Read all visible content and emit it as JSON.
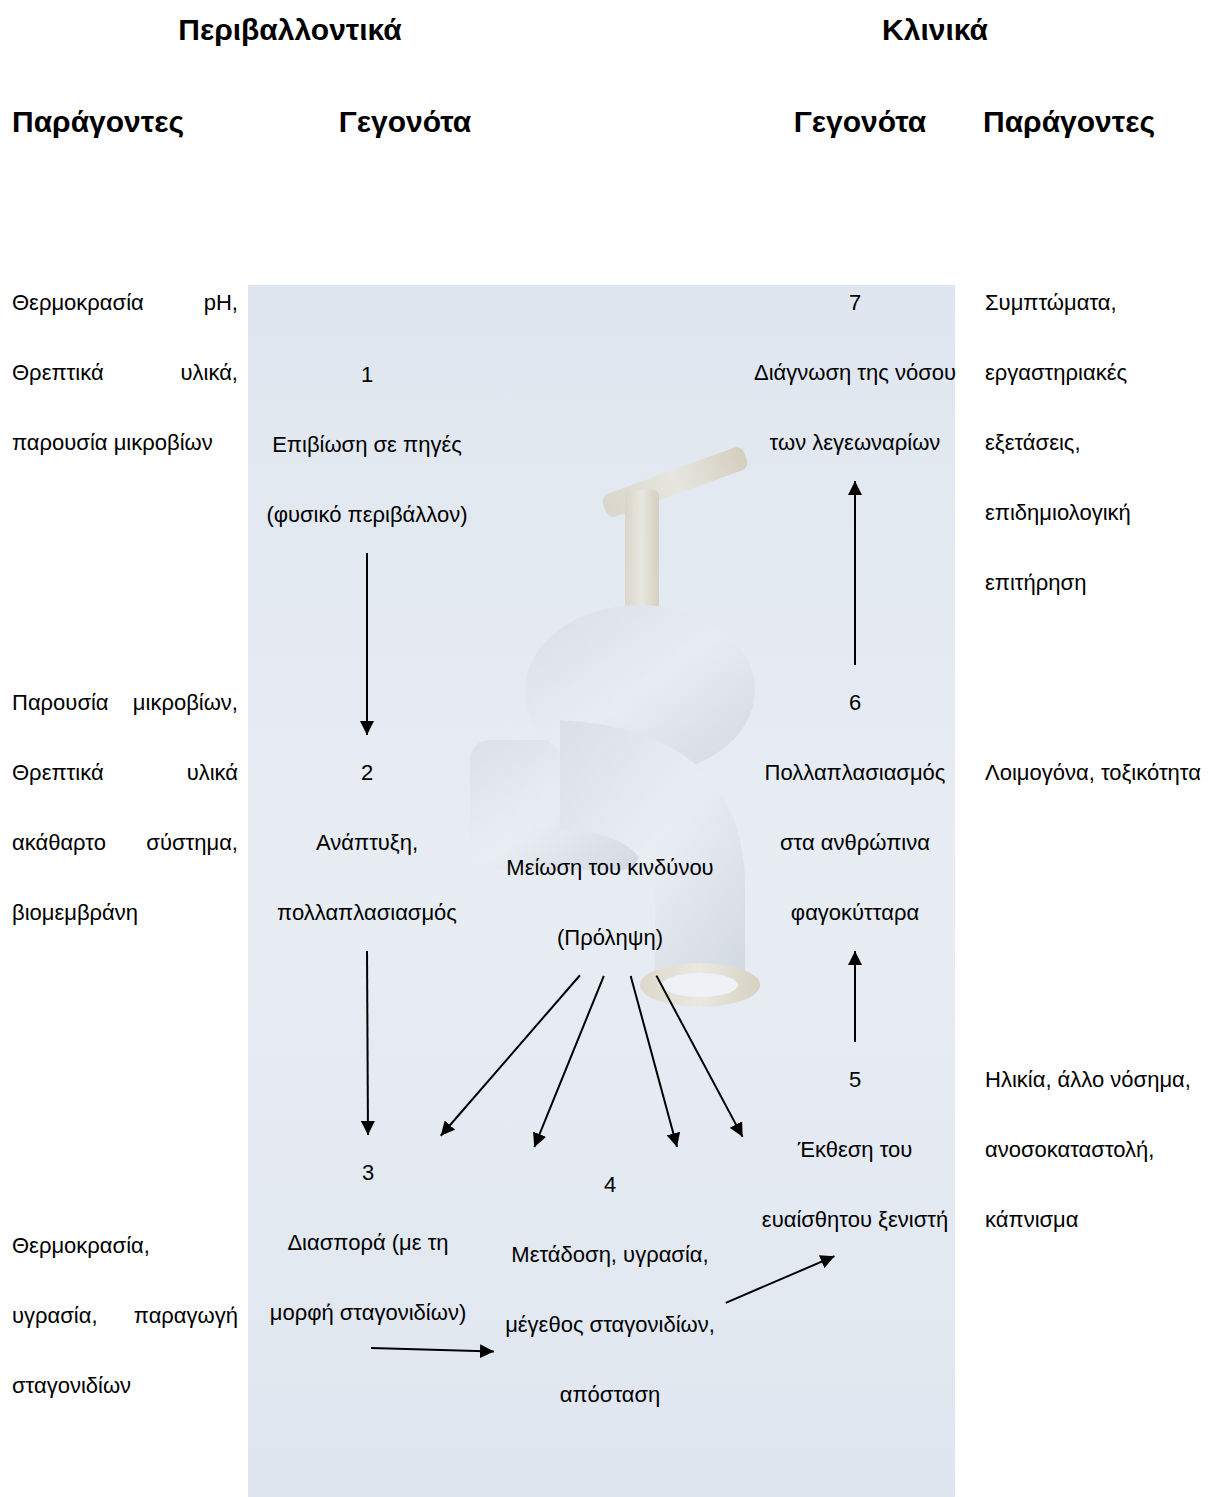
{
  "diagram": {
    "nodes": [
      {
        "text": [
          "1",
          "Επιβίωση σε πηγές (φυσικό περιβάλλον)"
        ]
      },
      {
        "text": [
          "2",
          "Ανάπτυξη, πολλαπλασιασμός"
        ]
      },
      {
        "text": [
          "3",
          "Διασπορά (με τη μορφή σταγονιδίων)"
        ]
      },
      {
        "text": [
          "4",
          "Μετάδοση, υγρασία, μέγεθος σταγονιδίων, απόσταση"
        ]
      },
      {
        "text": [
          "5",
          "Έκθεση του ευαίσθητου ξενιστή"
        ]
      },
      {
        "text": [
          "6",
          "Πολλαπλασιασμός στα ανθρώπινα φαγοκύτταρα"
        ]
      },
      {
        "text": [
          "7",
          "Διάγνωση της νόσου των λεγεωναρίων"
        ]
      },
      {
        "text": [
          "Μείωση του κινδύνου (Πρόληψη)"
        ]
      }
    ],
    "edges": [
      {
        "from": 0,
        "to": 1,
        "arrow": "to"
      },
      {
        "from": 1,
        "to": 2,
        "arrow": "to"
      },
      {
        "from": 2,
        "to": 3,
        "arrow": "to"
      },
      {
        "from": 3,
        "to": 4,
        "arrow": "to"
      },
      {
        "from": 4,
        "to": 5,
        "arrow": "to"
      },
      {
        "from": 5,
        "to": 6,
        "arrow": "to"
      },
      {
        "from": 7,
        "to": 2,
        "arrow": "to"
      },
      {
        "from": 7,
        "to": 3,
        "arrow": "to"
      },
      {
        "from": 7,
        "to": 3,
        "arrow": "to"
      },
      {
        "from": 7,
        "to": 4,
        "arrow": "to"
      }
    ],
    "labels": [
      "Περιβαλλοντικά",
      "Κλινικά",
      "Παράγοντες",
      "Γεγονότα",
      "Γεγονότα",
      "Παράγοντες",
      "Θερμοκρασία pH, Θρεπτικά υλικά, παρουσία μικροβίων",
      "Παρουσία μικροβίων, Θρεπτικά υλικά ακάθαρτο σύστημα, βιομεμβράνη",
      "Θερμοκρασία, υγρασία, παραγωγή σταγονιδίων",
      "Συμπτώματα, εργαστηριακές εξετάσεις, επιδημιολογική επιτήρηση",
      "Λοιμογόνα, τοξικότητα",
      "Ηλικία, άλλο νόσημα, ανοσοκαταστολή, κάπνισμα"
    ]
  }
}
